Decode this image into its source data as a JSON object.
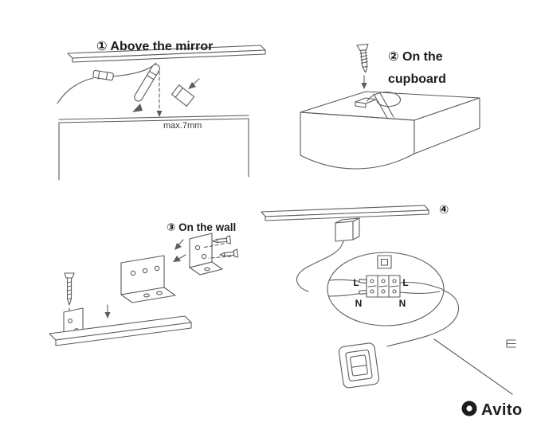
{
  "image": {
    "background": "#ffffff",
    "line_color": "#5c5c5c"
  },
  "panels": {
    "above_mirror": {
      "label": "① Above the mirror",
      "annotation": "max.7mm"
    },
    "on_cupboard": {
      "label_line1": "② On the",
      "label_line2": "cupboard"
    },
    "on_wall": {
      "label": "③ On the wall"
    },
    "wiring": {
      "label": "④",
      "terminal_top_left": "L",
      "terminal_top_right": "L",
      "terminal_bottom_left": "N",
      "terminal_bottom_right": "N"
    }
  },
  "watermark": {
    "text": "Avito"
  }
}
